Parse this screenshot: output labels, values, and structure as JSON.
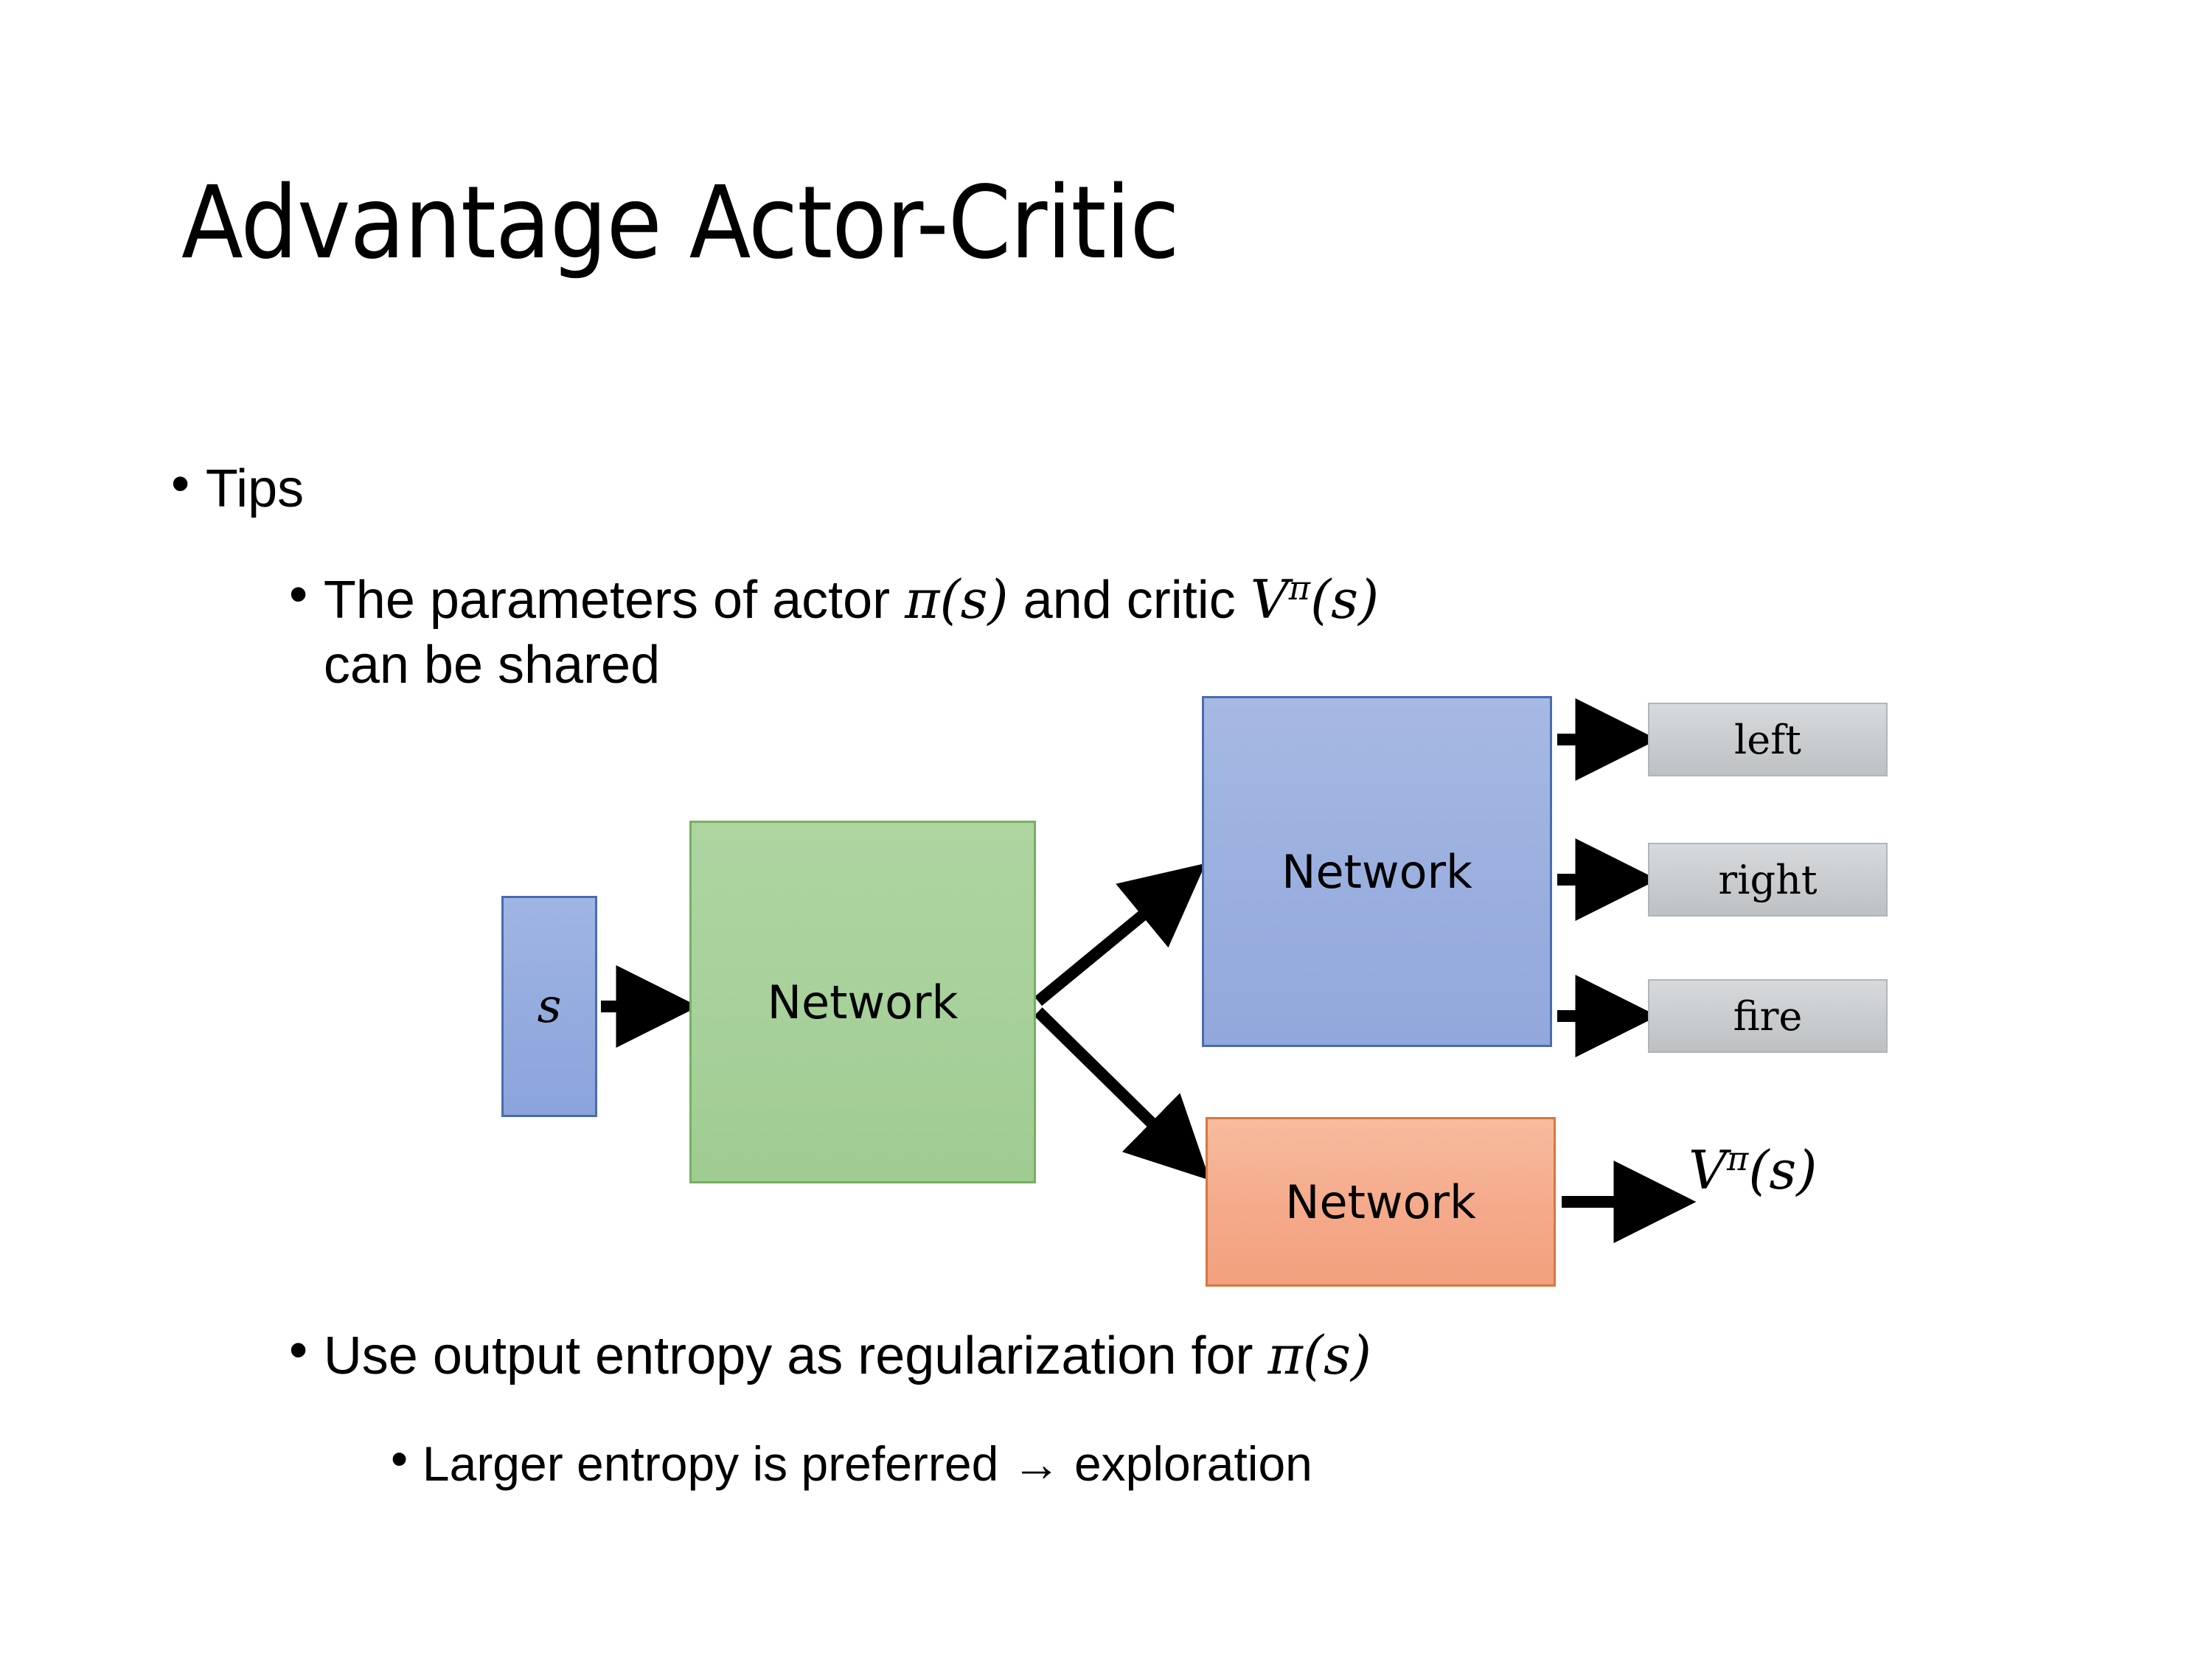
{
  "slide": {
    "title": "Advantage Actor-Critic",
    "background_color": "#ffffff",
    "text_color": "#000000"
  },
  "bullets": [
    {
      "level": 1,
      "marker": "•",
      "text": "Tips"
    },
    {
      "level": 2,
      "marker": "•",
      "text_before": "The parameters of actor ",
      "math_1": "π(s)",
      "text_middle": "  and critic ",
      "math_2_base": "V",
      "math_2_sup": "π",
      "math_2_arg": "(s)",
      "text_after": "can be shared"
    },
    {
      "level": 2,
      "marker": "•",
      "text_before": "Use output entropy as regularization for ",
      "math_1": "π(s)"
    },
    {
      "level": 3,
      "marker": "•",
      "text": "Larger entropy is preferred → exploration"
    }
  ],
  "diagram": {
    "type": "flow",
    "nodes": [
      {
        "id": "state",
        "label": "s",
        "shape": "rect",
        "fill": "#94abdf",
        "border": "#4a6bb0",
        "style": "italic-serif"
      },
      {
        "id": "shared-net",
        "label": "Network",
        "shape": "rect",
        "fill": "#a6d099",
        "border": "#76b060"
      },
      {
        "id": "actor-net",
        "label": "Network",
        "shape": "rect",
        "fill": "#9aafdf",
        "border": "#4a6bb0"
      },
      {
        "id": "critic-net",
        "label": "Network",
        "shape": "rect",
        "fill": "#f4aa8a",
        "border": "#d4783f"
      },
      {
        "id": "action-left",
        "label": "left",
        "shape": "rect",
        "fill": "#c9ccce",
        "border": "#b2b5b7"
      },
      {
        "id": "action-right",
        "label": "right",
        "shape": "rect",
        "fill": "#c9ccce",
        "border": "#b2b5b7"
      },
      {
        "id": "action-fire",
        "label": "fire",
        "shape": "rect",
        "fill": "#c9ccce",
        "border": "#b2b5b7"
      }
    ],
    "value_output": {
      "base": "V",
      "superscript": "π",
      "argument": "(s)"
    },
    "edges": [
      {
        "from": "state",
        "to": "shared-net"
      },
      {
        "from": "shared-net",
        "to": "actor-net"
      },
      {
        "from": "shared-net",
        "to": "critic-net"
      },
      {
        "from": "actor-net",
        "to": "action-left"
      },
      {
        "from": "actor-net",
        "to": "action-right"
      },
      {
        "from": "actor-net",
        "to": "action-fire"
      },
      {
        "from": "critic-net",
        "to": "value_output"
      }
    ],
    "arrow_color": "#000000"
  }
}
